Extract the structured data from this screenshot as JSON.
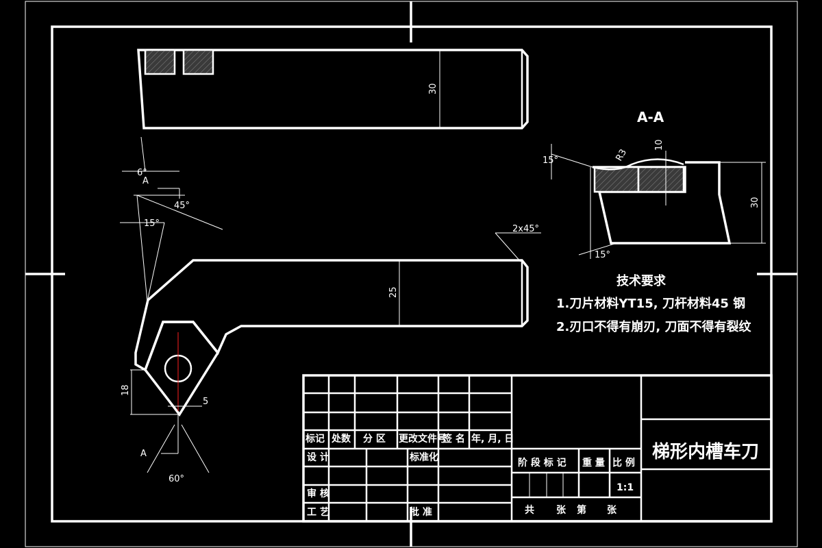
{
  "drawing": {
    "section_label": "A-A",
    "part_title": "梯形内槽车刀",
    "tech": {
      "heading": "技术要求",
      "line1": "1.刀片材料YT15, 刀杆材料45 钢",
      "line2": "2.刃口不得有崩刃, 刀面不得有裂纹"
    },
    "dims": {
      "shank_height": "30",
      "neck_height": "25",
      "angle_6": "6°",
      "angle_45": "45°",
      "angle_15_left": "15°",
      "chamfer": "2x45°",
      "insert_height": "18",
      "insert_offset": "5",
      "angle_60": "60°",
      "view_a_top": "A",
      "view_a_bottom": "A",
      "sec_angle_top": "15°",
      "sec_angle_bottom": "15°",
      "sec_r": "R3",
      "sec_10": "10",
      "sec_30": "30"
    },
    "title_block": {
      "biaoji": "标记",
      "chushu": "处数",
      "fenqu": "分 区",
      "genggai": "更改文件号",
      "qianming": "签 名",
      "nianyueri": "年, 月, 日",
      "sheji": "设 计",
      "biaozhunhua": "标准化",
      "jieduan": "阶 段 标 记",
      "zhongliang": "重 量",
      "bili": "比 例",
      "bili_val": "1:1",
      "shenhe": "审 核",
      "gongyi": "工 艺",
      "pizhun": "批 准",
      "gong": "共",
      "zhang1": "张",
      "di": "第",
      "zhang2": "张"
    }
  }
}
